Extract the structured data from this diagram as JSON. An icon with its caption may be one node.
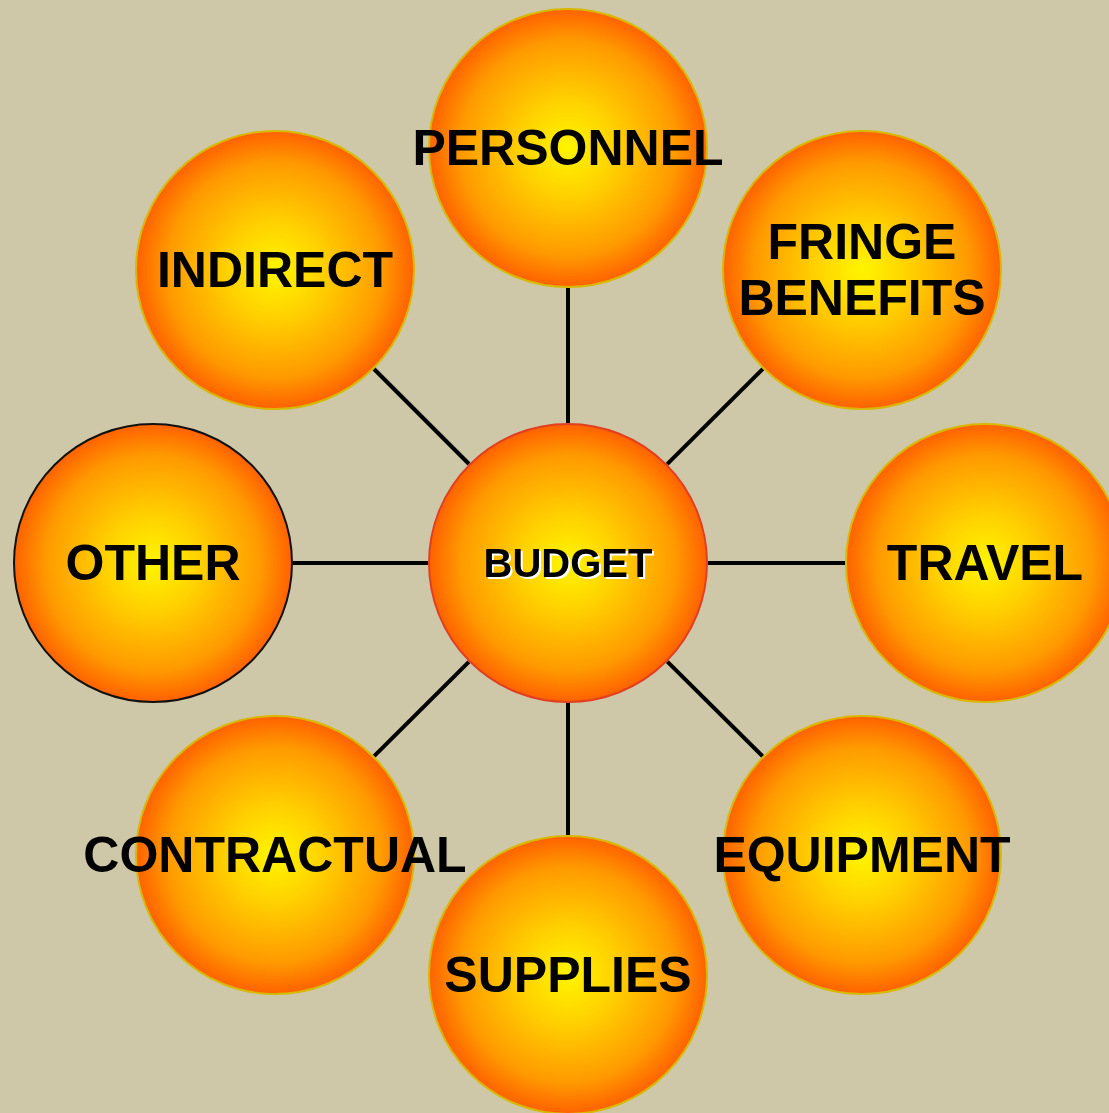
{
  "diagram": {
    "nodes": [
      {
        "text": [
          "PERSONNEL"
        ]
      },
      {
        "text": [
          "INDIRECT"
        ]
      },
      {
        "text": [
          "FRINGE BENEFITS"
        ]
      },
      {
        "text": [
          "OTHER"
        ]
      },
      {
        "text": [
          "BUDGET"
        ]
      },
      {
        "text": [
          "TRAVEL"
        ]
      },
      {
        "text": [
          "CONTRACTUAL"
        ]
      },
      {
        "text": [
          "EQUIPMENT"
        ]
      },
      {
        "text": [
          "SUPPLIES"
        ]
      }
    ],
    "edges": [
      {
        "from": 4,
        "to": 0,
        "arrow": "none"
      },
      {
        "from": 4,
        "to": 2,
        "arrow": "none"
      },
      {
        "from": 4,
        "to": 5,
        "arrow": "none"
      },
      {
        "from": 4,
        "to": 7,
        "arrow": "none"
      },
      {
        "from": 4,
        "to": 8,
        "arrow": "none"
      },
      {
        "from": 4,
        "to": 6,
        "arrow": "none"
      },
      {
        "from": 4,
        "to": 3,
        "arrow": "none"
      },
      {
        "from": 4,
        "to": 1,
        "arrow": "none"
      }
    ]
  }
}
